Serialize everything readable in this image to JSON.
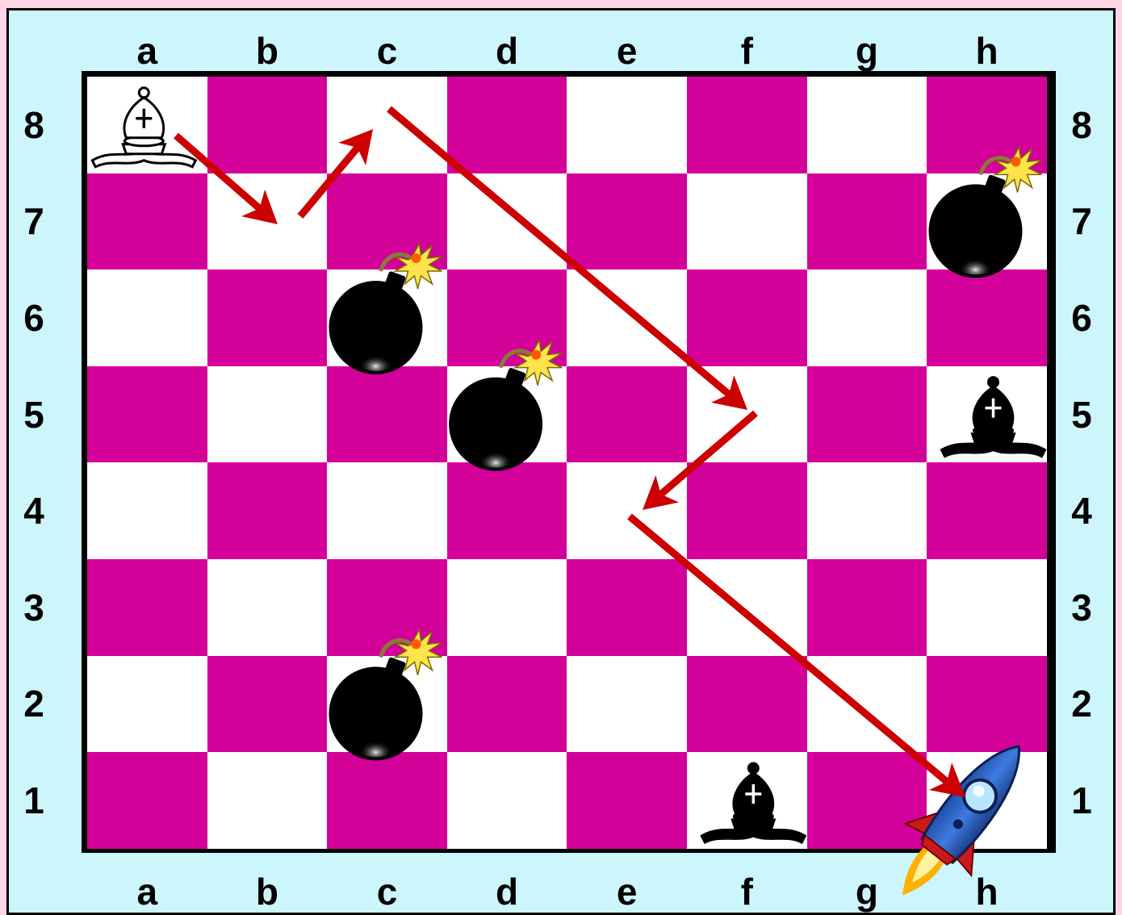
{
  "files": [
    "a",
    "b",
    "c",
    "d",
    "e",
    "f",
    "g",
    "h"
  ],
  "ranks": [
    "8",
    "7",
    "6",
    "5",
    "4",
    "3",
    "2",
    "1"
  ],
  "colors": {
    "light_square": "#ffffff",
    "dark_square": "#d4009a",
    "arrow": "#cc0000",
    "panel": "#ccf6fb"
  },
  "pieces": [
    {
      "square": "a8",
      "type": "bishop",
      "color": "white",
      "icon": "white-bishop-icon"
    },
    {
      "square": "h5",
      "type": "bishop",
      "color": "black",
      "icon": "black-bishop-icon"
    },
    {
      "square": "f1",
      "type": "bishop",
      "color": "black",
      "icon": "black-bishop-icon"
    },
    {
      "square": "h1",
      "type": "target",
      "icon": "rocket-icon"
    }
  ],
  "bombs": [
    {
      "square": "h7",
      "icon": "bomb-icon"
    },
    {
      "square": "c6",
      "icon": "bomb-icon"
    },
    {
      "square": "d5",
      "icon": "bomb-icon"
    },
    {
      "square": "c2",
      "icon": "bomb-icon"
    }
  ],
  "path": [
    "a8",
    "b7",
    "c8",
    "f5",
    "e4",
    "h1"
  ]
}
